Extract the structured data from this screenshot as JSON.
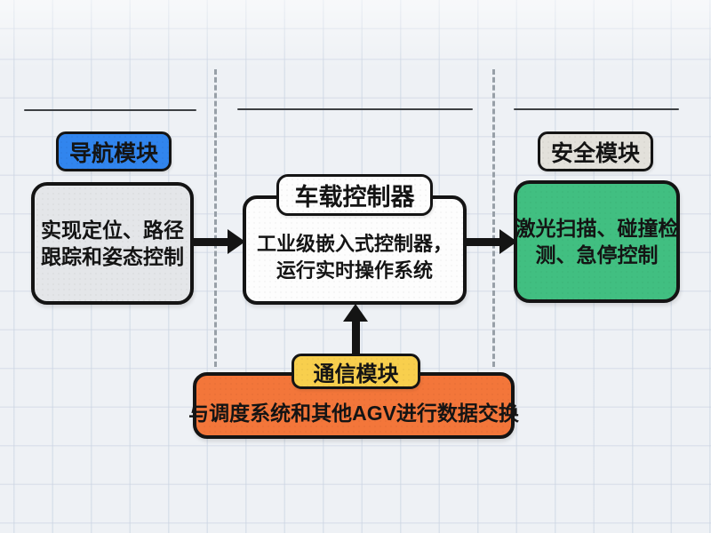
{
  "diagram": {
    "background_color": "#eef1f5",
    "border_color": "#141414",
    "text_color": "#141414",
    "modules": {
      "navigation": {
        "label": "导航模块",
        "label_color": "#3185ee",
        "box_color": "#e4e6e9",
        "desc_lines": [
          "实现定位、路径",
          "跟踪和姿态控制"
        ]
      },
      "controller": {
        "label": "车载控制器",
        "label_color": "#fdfdfd",
        "box_color": "#fdfdfd",
        "desc_lines": [
          "工业级嵌入式控制器，",
          "运行实时操作系统"
        ]
      },
      "safety": {
        "label": "安全模块",
        "label_color": "#e3e1db",
        "box_color": "#41bf81",
        "desc_lines": [
          "激光扫描、碰撞检",
          "测、急停控制"
        ]
      },
      "communication": {
        "label": "通信模块",
        "label_color": "#f8cf4d",
        "box_color": "#f3763a",
        "desc_lines": [
          "与调度系统和其他AGV进行数据交换"
        ]
      }
    },
    "connections": [
      {
        "from": "navigation",
        "to": "controller",
        "direction": "right"
      },
      {
        "from": "controller",
        "to": "safety",
        "direction": "right"
      },
      {
        "from": "communication",
        "to": "controller",
        "direction": "up"
      }
    ]
  }
}
